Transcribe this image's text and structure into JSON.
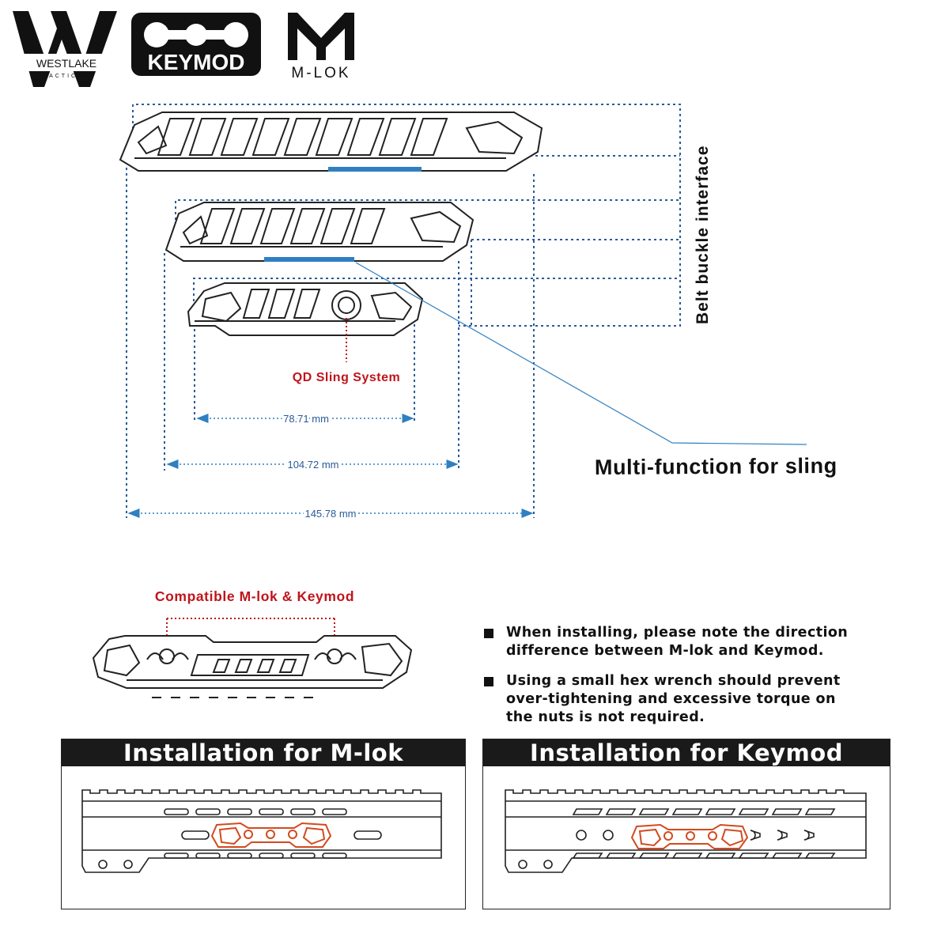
{
  "logos": {
    "westlake": {
      "letters": "W",
      "name": "WESTLAKE",
      "sub": "TACTICAL"
    },
    "keymod": {
      "text": "KEYMOD"
    },
    "mlok": {
      "text": "M-LOK"
    }
  },
  "diagram": {
    "side_label": "Belt buckle interface",
    "qd_label": "QD Sling System",
    "multi_label": "Multi-function for sling",
    "compat_label": "Compatible M-lok & Keymod",
    "dimensions": [
      {
        "label": "78.71 mm"
      },
      {
        "label": "104.72 mm"
      },
      {
        "label": "145.78 mm"
      }
    ],
    "colors": {
      "red": "#c0141b",
      "blue": "#2f7fc1",
      "dotted": "#2a5a9a"
    }
  },
  "notes": [
    {
      "text": "When installing, please note the direction\ndifference between M-lok and Keymod."
    },
    {
      "text": "Using a small hex wrench should prevent\nover-tightening and excessive torque on\nthe nuts is not required."
    }
  ],
  "install": {
    "mlok_title": "Installation for M-lok",
    "keymod_title": "Installation for Keymod"
  }
}
